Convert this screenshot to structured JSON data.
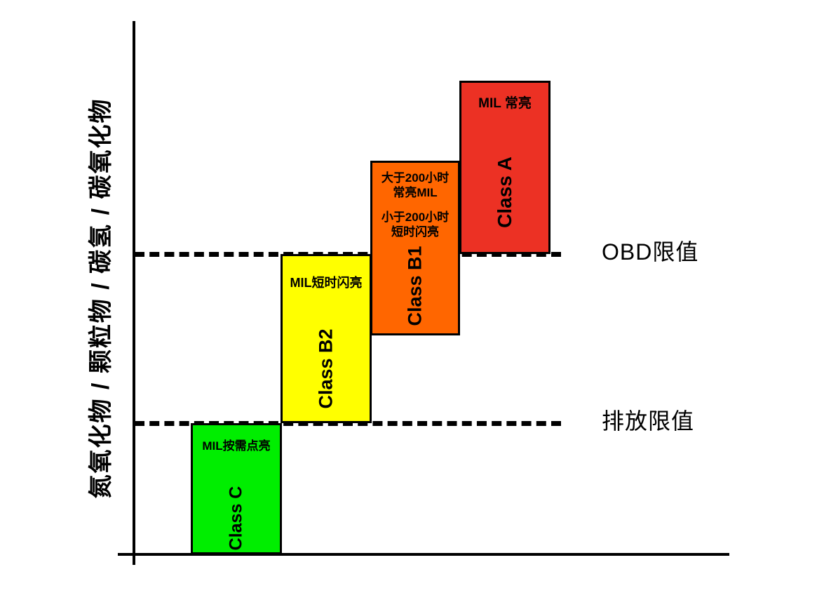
{
  "chart_data": {
    "type": "bar",
    "title": "",
    "xlabel": "",
    "ylabel": "氮氧化物 / 颗粒物 / 碳氢 / 碳氧化物",
    "grid": false,
    "legend": "none",
    "categories": [
      "Class C",
      "Class B2",
      "Class B1",
      "Class A"
    ],
    "series": [
      {
        "name": "emission level band",
        "bars": [
          {
            "category": "Class C",
            "label": "Class C",
            "note": "MIL按需点亮",
            "color": "#00ee00",
            "bottom_value": 0,
            "top_value": 1.0,
            "band": "below emission limit"
          },
          {
            "category": "Class B2",
            "label": "Class B2",
            "note": "MIL短时闪亮",
            "color": "#ffff00",
            "bottom_value": 1.0,
            "top_value": 2.3,
            "band": "between emission limit and OBD limit"
          },
          {
            "category": "Class B1",
            "label": "Class B1",
            "note_1": "大于200小时常亮MIL",
            "note_2": "小于200小时短时闪亮",
            "color": "#ff6600",
            "bottom_value": 1.65,
            "top_value": 3.0,
            "band": "spanning the OBD limit"
          },
          {
            "category": "Class A",
            "label": "Class A",
            "note": "MIL 常亮",
            "color": "#ec3124",
            "bottom_value": 2.3,
            "top_value": 3.6,
            "band": "above OBD limit"
          }
        ]
      }
    ],
    "reference_lines": [
      {
        "label": "OBD限值",
        "value": 2.3,
        "style": "dashed",
        "color": "#000000"
      },
      {
        "label": "排放限值",
        "value": 1.0,
        "style": "dashed",
        "color": "#000000"
      }
    ],
    "ylim": [
      0,
      4.1
    ],
    "axis_color": "#000000"
  },
  "axis": {
    "y_caption": "氮氧化物 / 颗粒物 / 碳氢 / 碳氧化物"
  },
  "limits": {
    "obd": {
      "label": "OBD限值"
    },
    "emission": {
      "label": "排放限值"
    }
  },
  "bars": {
    "class_c": {
      "name": "Class C",
      "note": "MIL按需点亮",
      "color": "#00ee00"
    },
    "class_b2": {
      "name": "Class B2",
      "note": "MIL短时闪亮",
      "color": "#ffff00"
    },
    "class_b1": {
      "name": "Class B1",
      "note_1": "大于200小时常亮MIL",
      "note_2": "小于200小时短时闪亮",
      "color": "#ff6600"
    },
    "class_a": {
      "name": "Class A",
      "note": "MIL 常亮",
      "color": "#ec3124"
    }
  }
}
